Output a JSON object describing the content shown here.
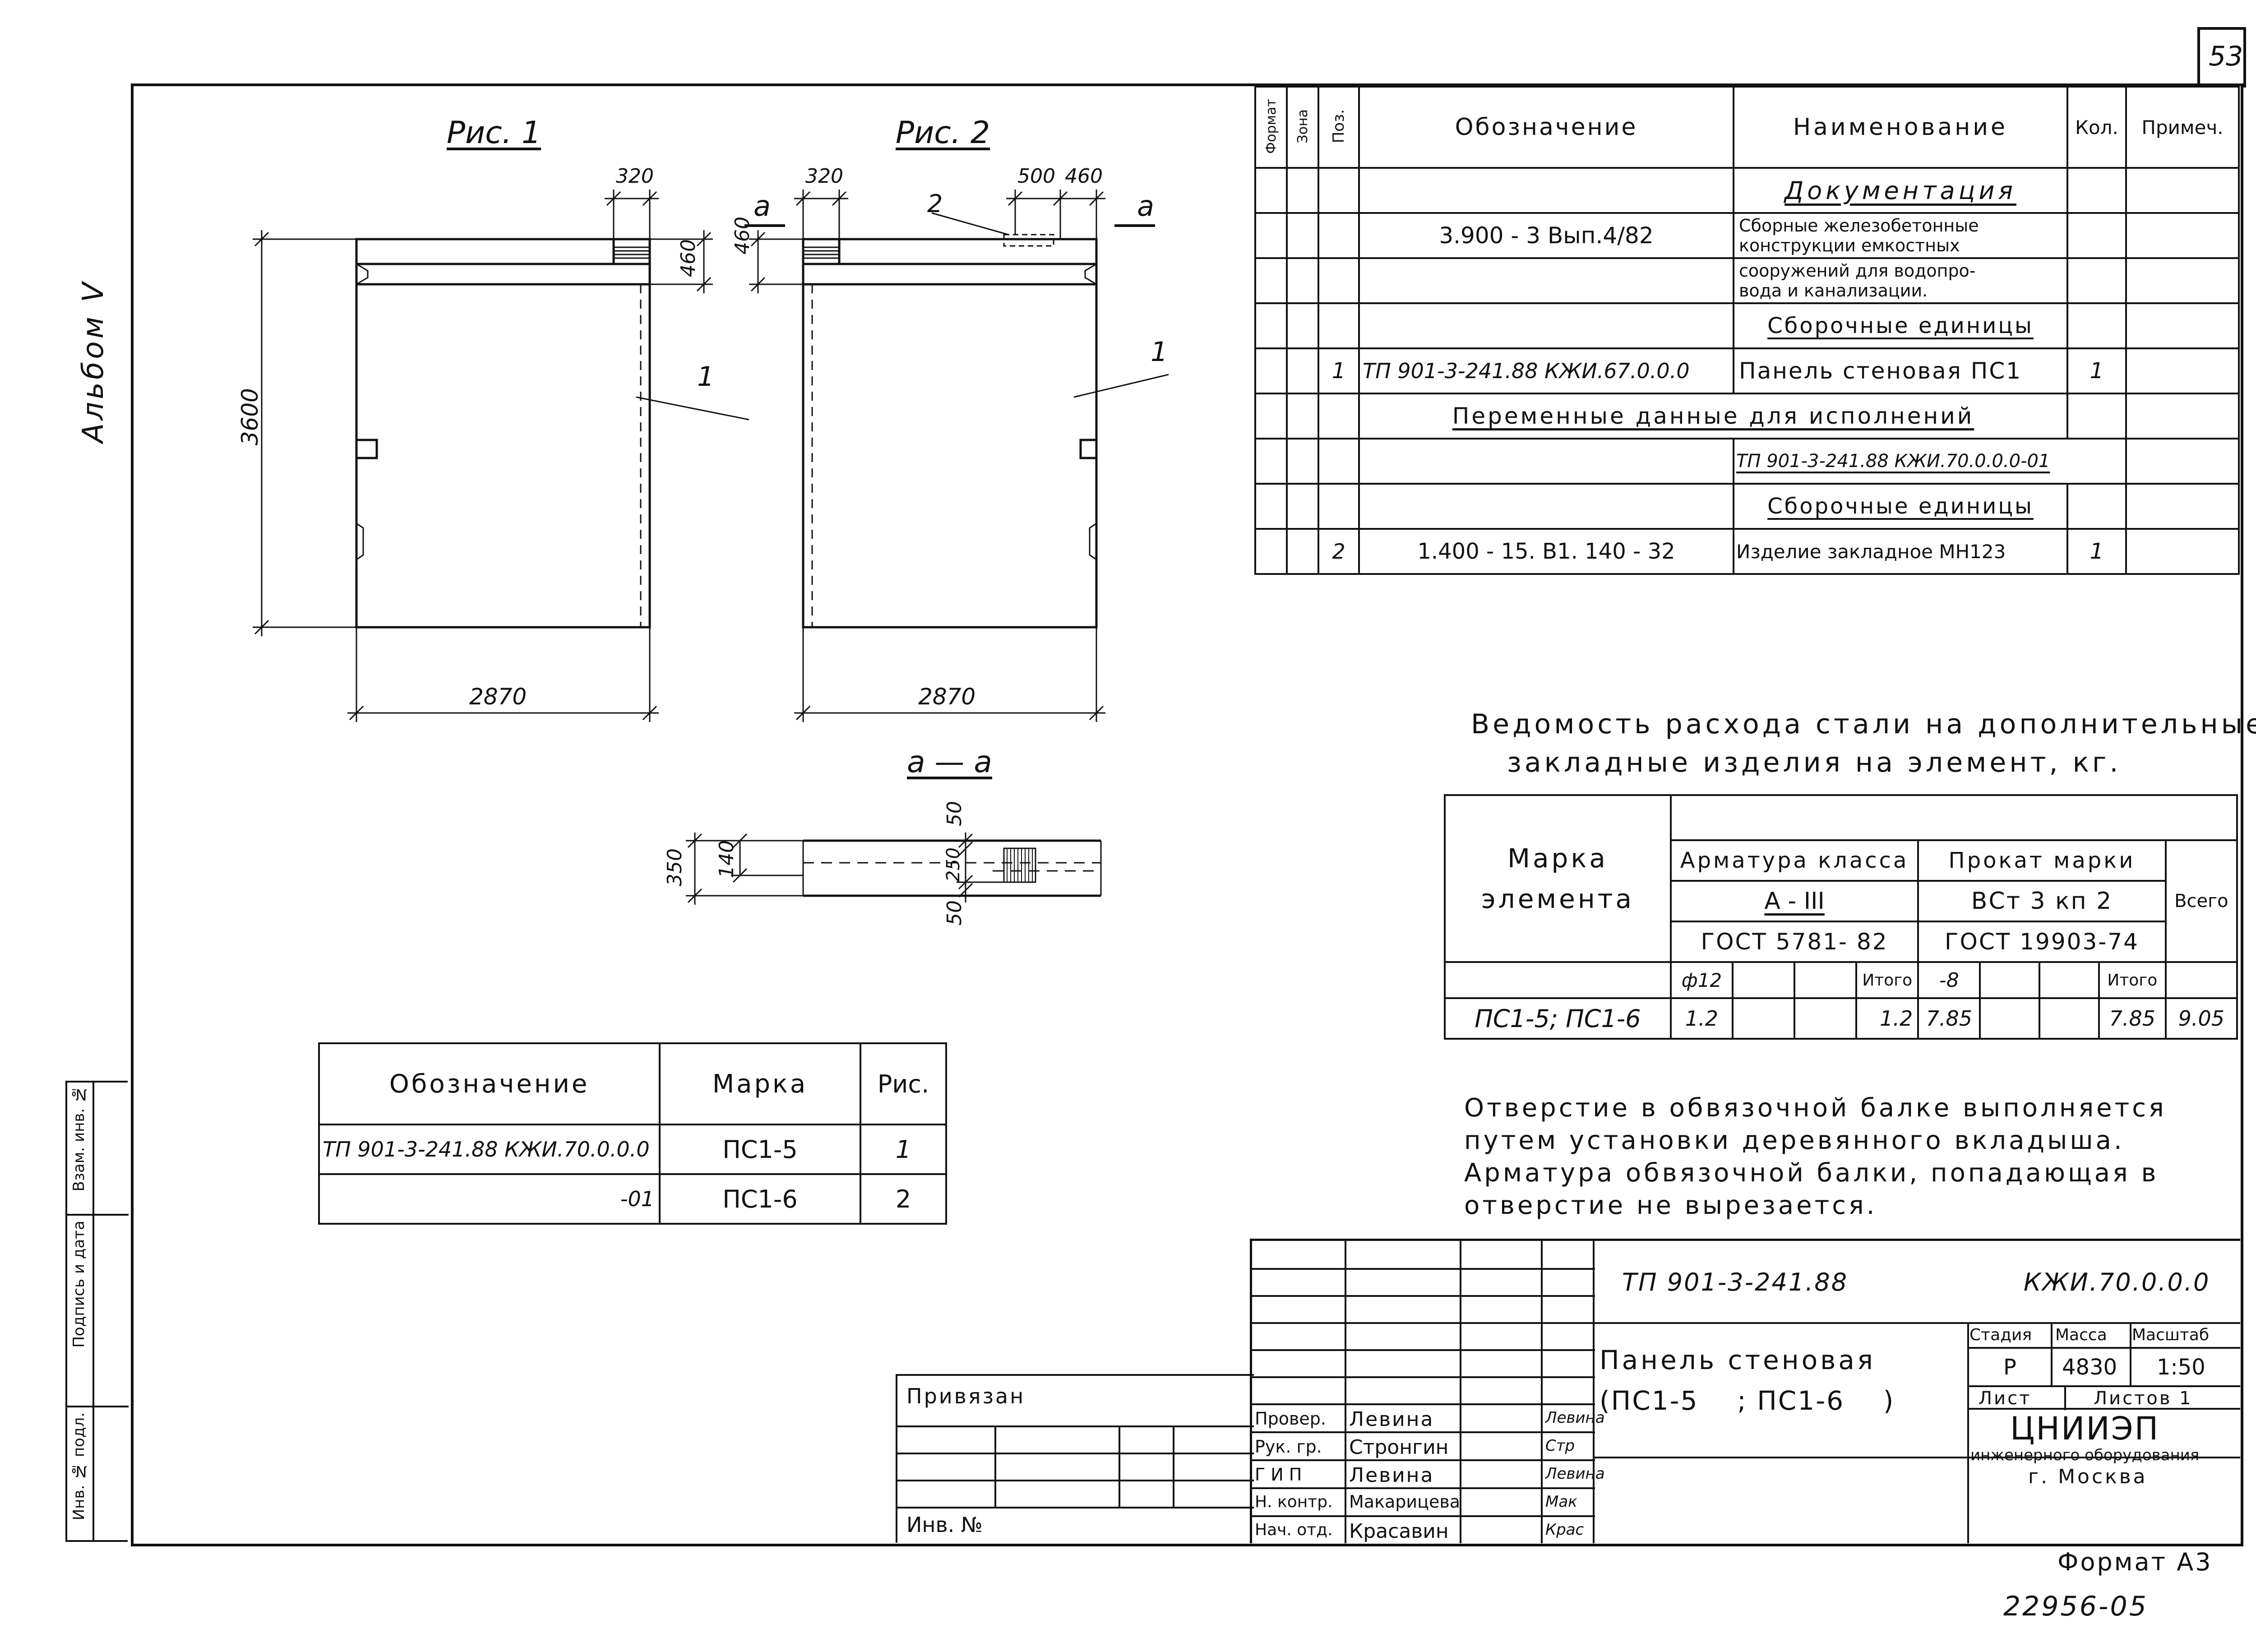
{
  "sheet": {
    "page_number": "53",
    "album": "Альбом V",
    "format": "Формат А3",
    "archive_number": "22956-05"
  },
  "figures": {
    "fig1_title": "Рис. 1",
    "fig2_title": "Рис. 2",
    "dim_320": "320",
    "dim_460": "460",
    "dim_500": "500",
    "dim_3600": "3600",
    "dim_2870": "2870",
    "pos_1": "1",
    "pos_2": "2",
    "section_mark": "а",
    "section_title": "а — а",
    "dim_350": "350",
    "dim_140": "140",
    "dim_50": "50",
    "dim_250": "250"
  },
  "spec_table": {
    "headers": {
      "format": "Формат",
      "zone": "Зона",
      "pos": "Поз.",
      "designation": "Обозначение",
      "name": "Наименование",
      "qty": "Кол.",
      "note": "Примеч."
    },
    "documentation": "Документация",
    "doc_designation": "3.900 - 3 Вып.4/82",
    "doc_name_1": "Сборные железобетонные",
    "doc_name_2": "конструкции емкостных",
    "doc_name_3": "сооружений для водопро-",
    "doc_name_4": "вода и канализации.",
    "assembly_units_1": "Сборочные единицы",
    "row1_pos": "1",
    "row1_designation": "ТП 901-3-241.88 КЖИ.67.0.0.0",
    "row1_name": "Панель стеновая ПС1",
    "row1_qty": "1",
    "variable_data": "Переменные данные для исполнений",
    "variant_designation": "ТП 901-3-241.88 КЖИ.70.0.0.0-01",
    "assembly_units_2": "Сборочные единицы",
    "row2_pos": "2",
    "row2_designation": "1.400 - 15. В1. 140 - 32",
    "row2_name": "Изделие закладное МН123",
    "row2_qty": "1"
  },
  "steel_statement": {
    "title_1": "Ведомость расхода стали на дополнительные",
    "title_2": "закладные изделия на элемент, кг.",
    "mark_label_1": "Марка",
    "mark_label_2": "элемента",
    "rebar_class": "Арматура класса",
    "rebar_grade": "А - III",
    "rebar_gost": "ГОСТ 5781- 82",
    "rolled_grade_label": "Прокат марки",
    "rolled_grade": "ВСт 3 кп 2",
    "rolled_gost": "ГОСТ 19903-74",
    "total": "Всего",
    "phi12": "ф12",
    "itogo": "Итого",
    "minus8": "-8",
    "row_mark": "ПС1-5; ПС1-6",
    "row_phi12": "1.2",
    "row_rebar_total": "1.2",
    "row_minus8": "7.85",
    "row_rolled_total": "7.85",
    "row_total": "9.05"
  },
  "notes": {
    "line_1": "Отверстие в обвязочной балке выполняется",
    "line_2": "путем установки деревянного вкладыша.",
    "line_3": "Арматура обвязочной балки, попадающая в",
    "line_4": "отверстие не вырезается."
  },
  "variants_table": {
    "header_designation": "Обозначение",
    "header_mark": "Марка",
    "header_fig": "Рис.",
    "rows": [
      {
        "designation": "ТП 901-3-241.88 КЖИ.70.0.0.0",
        "mark": "ПС1-5",
        "fig": "1"
      },
      {
        "designation": "-01",
        "mark": "ПС1-6",
        "fig": "2"
      }
    ]
  },
  "left_stamp": {
    "inv_orig": "Инв. № подл.",
    "sign_date": "Подпись и дата",
    "inv_replace": "Взам. инв. №"
  },
  "binding_block": {
    "tied": "Привязан",
    "inv": "Инв. №"
  },
  "title_block": {
    "project_code": "ТП 901-3-241.88",
    "doc_code": "КЖИ.70.0.0.0",
    "title_1": "Панель стеновая",
    "title_2": "(ПС1-5    ; ПС1-6    )",
    "stage_label": "Стадия",
    "mass_label": "Масса",
    "scale_label": "Масштаб",
    "stage": "Р",
    "mass": "4830",
    "scale": "1:50",
    "sheet_label": "Лист",
    "sheets_label": "Листов 1",
    "org": "ЦНИИЭП",
    "org_2": "инженерного оборудования",
    "city": "г. Москва",
    "roles": [
      {
        "role": "Провер.",
        "name": "Левина",
        "sign": "Левина"
      },
      {
        "role": "Рук. гр.",
        "name": "Стронгин",
        "sign": "Стр"
      },
      {
        "role": "Г И П",
        "name": "Левина",
        "sign": "Левина"
      },
      {
        "role": "Н. контр.",
        "name": "Макарицева",
        "sign": "Мак"
      },
      {
        "role": "Нач. отд.",
        "name": "Красавин",
        "sign": "Крас"
      }
    ]
  }
}
